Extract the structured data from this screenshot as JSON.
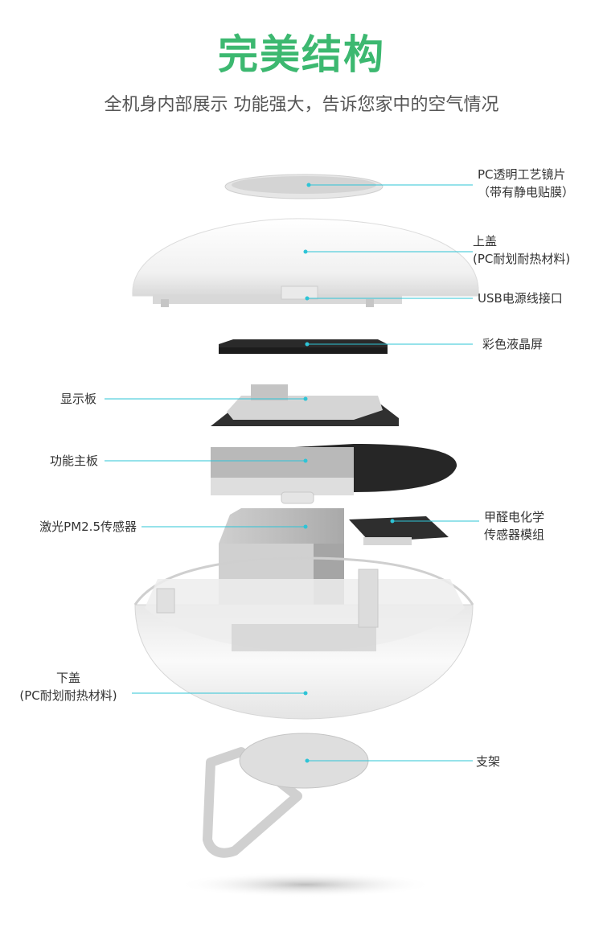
{
  "title": "完美结构",
  "subtitle": "全机身内部展示  功能强大，告诉您家中的空气情况",
  "callouts": {
    "lens": {
      "line1": "PC透明工艺镜片",
      "line2": "（带有静电贴膜）"
    },
    "top_cover": {
      "line1": "上盖",
      "line2": "(PC耐划耐热材料)"
    },
    "usb": {
      "line1": "USB电源线接口"
    },
    "lcd": {
      "line1": "彩色液晶屏"
    },
    "display_board": {
      "line1": "显示板"
    },
    "main_board": {
      "line1": "功能主板"
    },
    "laser_sensor": {
      "line1": "激光PM2.5传感器"
    },
    "formaldehyde": {
      "line1": "甲醛电化学",
      "line2": "传感器模组"
    },
    "bottom_cover": {
      "line1": "下盖",
      "line2": "(PC耐划耐热材料)"
    },
    "stand": {
      "line1": "支架"
    }
  },
  "colors": {
    "accent": "#3cb870",
    "leader": "#2ec4d6"
  }
}
